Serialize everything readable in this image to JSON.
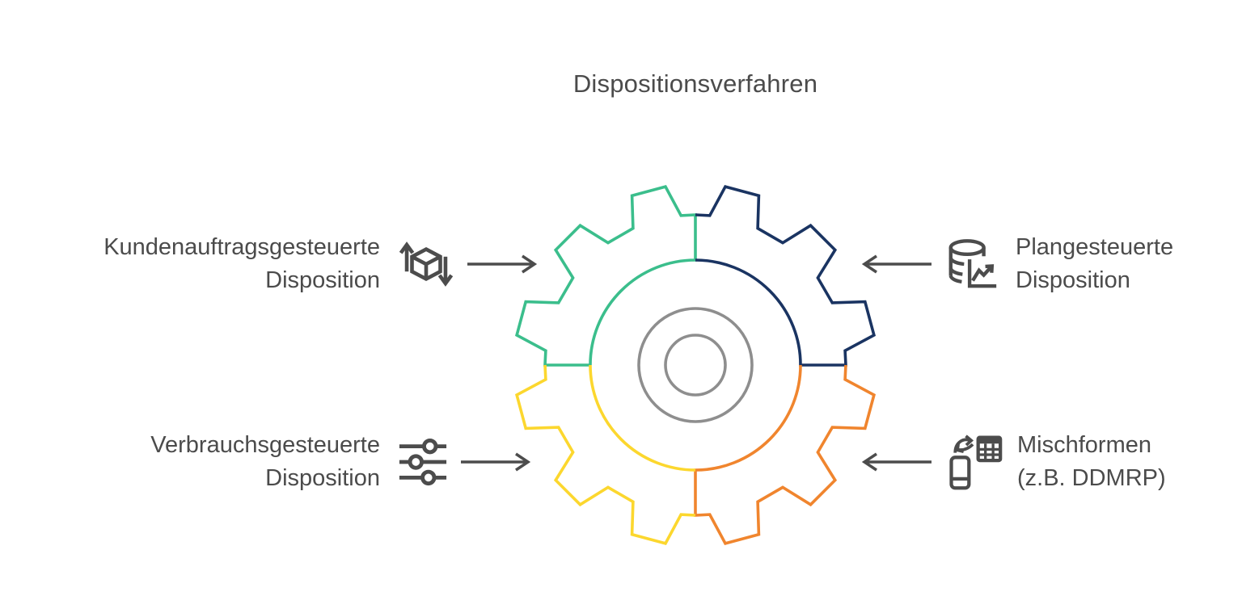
{
  "title": "Dispositionsverfahren",
  "colors": {
    "green": "#3bbe8c",
    "navy": "#1a3462",
    "yellow": "#fcd72e",
    "orange": "#f0852e",
    "hub_gray": "#8e8e8e",
    "ink": "#4c4c4c",
    "text": "#4b4b4b"
  },
  "gear": {
    "hub_circles": 2,
    "segments": [
      {
        "id": "kundenauftragsgesteuert",
        "position": "top-left",
        "color": "#3bbe8c",
        "start_deg": 270,
        "draw_start_divider": true,
        "draw_end_divider": true
      },
      {
        "id": "plangesteuert",
        "position": "top-right",
        "color": "#1a3462",
        "start_deg": 0,
        "draw_start_divider": false,
        "draw_end_divider": true
      },
      {
        "id": "mischformen",
        "position": "bottom-right",
        "color": "#f0852e",
        "start_deg": 90,
        "draw_start_divider": false,
        "draw_end_divider": true
      },
      {
        "id": "verbrauchsgesteuert",
        "position": "bottom-left",
        "color": "#fcd72e",
        "start_deg": 180,
        "draw_start_divider": false,
        "draw_end_divider": false
      }
    ]
  },
  "labels": {
    "top_left": {
      "line1": "Kundenauftragsgesteuerte",
      "line2": "Disposition",
      "icon": "package-updown-icon",
      "arrow": "right"
    },
    "top_right": {
      "line1": "Plangesteuerte",
      "line2": "Disposition",
      "icon": "database-chart-icon",
      "arrow": "left"
    },
    "bottom_left": {
      "line1": "Verbrauchsgesteuerte",
      "line2": "Disposition",
      "icon": "sliders-icon",
      "arrow": "right"
    },
    "bottom_right": {
      "line1": "Mischformen",
      "line2": "(z.B. DDMRP)",
      "icon": "device-sync-table-icon",
      "arrow": "left"
    }
  }
}
